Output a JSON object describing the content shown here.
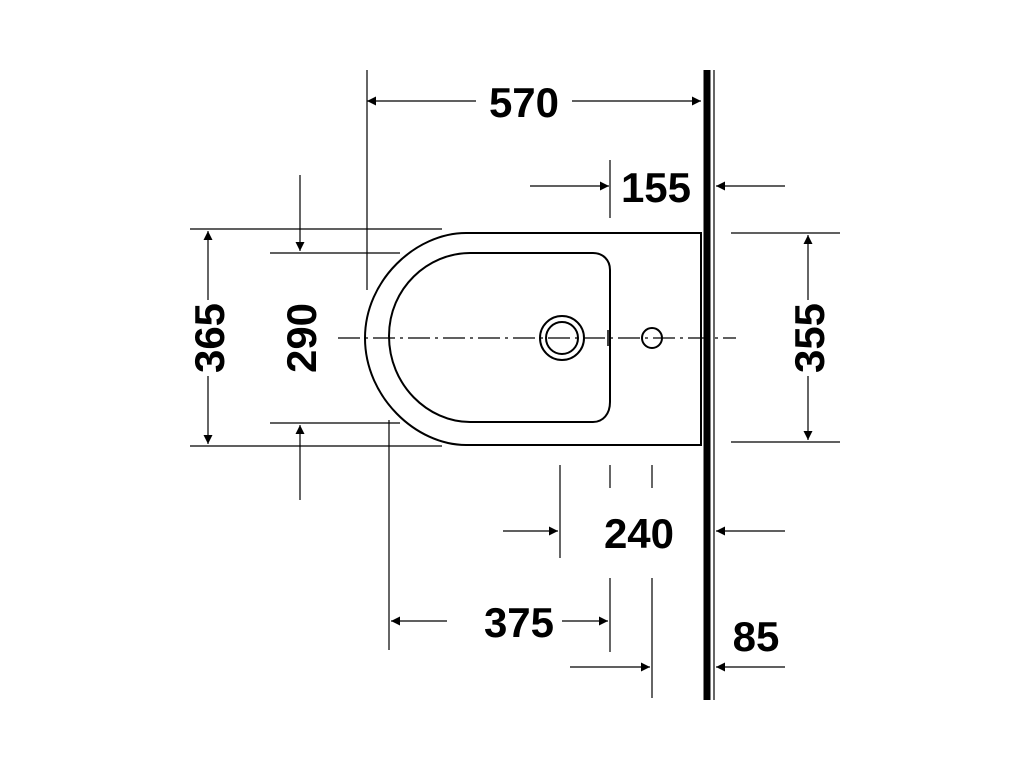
{
  "diagram": {
    "subject": "bidet top view technical drawing",
    "dimensions": {
      "overall_length": "570",
      "back_to_mounting": "155",
      "overall_width": "365",
      "inner_bowl_width": "290",
      "right_width": "355",
      "front_to_wall_240": "240",
      "front_to_bolts": "375",
      "wall_to_bolts": "85"
    }
  }
}
